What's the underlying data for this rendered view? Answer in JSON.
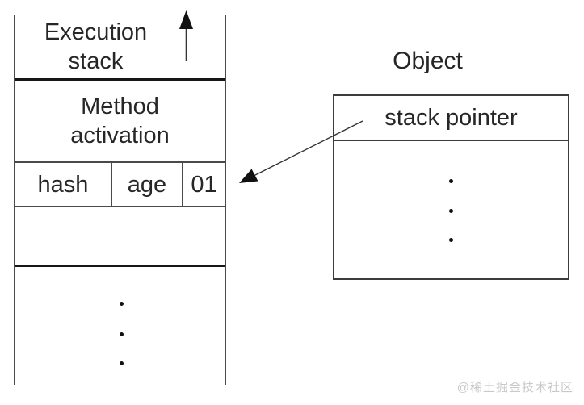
{
  "stack": {
    "title": "Execution stack",
    "method_activation": "Method activation",
    "header_row": [
      "hash",
      "age",
      "01"
    ]
  },
  "object": {
    "title": "Object",
    "stack_pointer": "stack pointer"
  },
  "arrows": {
    "up_arrow": "points upward inside execution stack",
    "pointer_arrow": "from stack pointer field to mark word row"
  },
  "watermark": "@稀土掘金技术社区",
  "colors": {
    "background": "#ffffff",
    "thin_line": "#4a4a4a",
    "bold_line": "#161616",
    "text": "#262626",
    "watermark": "#c9c9c9"
  }
}
